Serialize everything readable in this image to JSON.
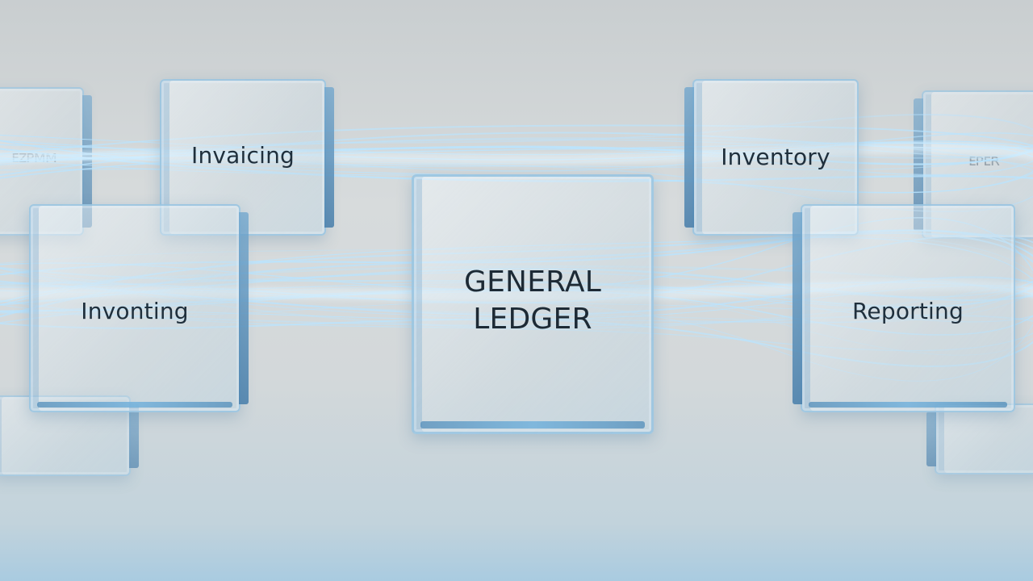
{
  "blocks": {
    "invoicing": "Invaicing",
    "inventory": "Inventory",
    "inventing": "Invonting",
    "general_ledger": "GENERAL\nLEDGER",
    "reporting": "Reporting",
    "ghost_left": "ᴇᴢᴘᴍᴍ",
    "ghost_right": "ᴇᴘᴇʀ"
  },
  "colors": {
    "glass_edge": "#7fb3d8",
    "stream": "#b9e4ff",
    "text": "#1f2f3c"
  }
}
